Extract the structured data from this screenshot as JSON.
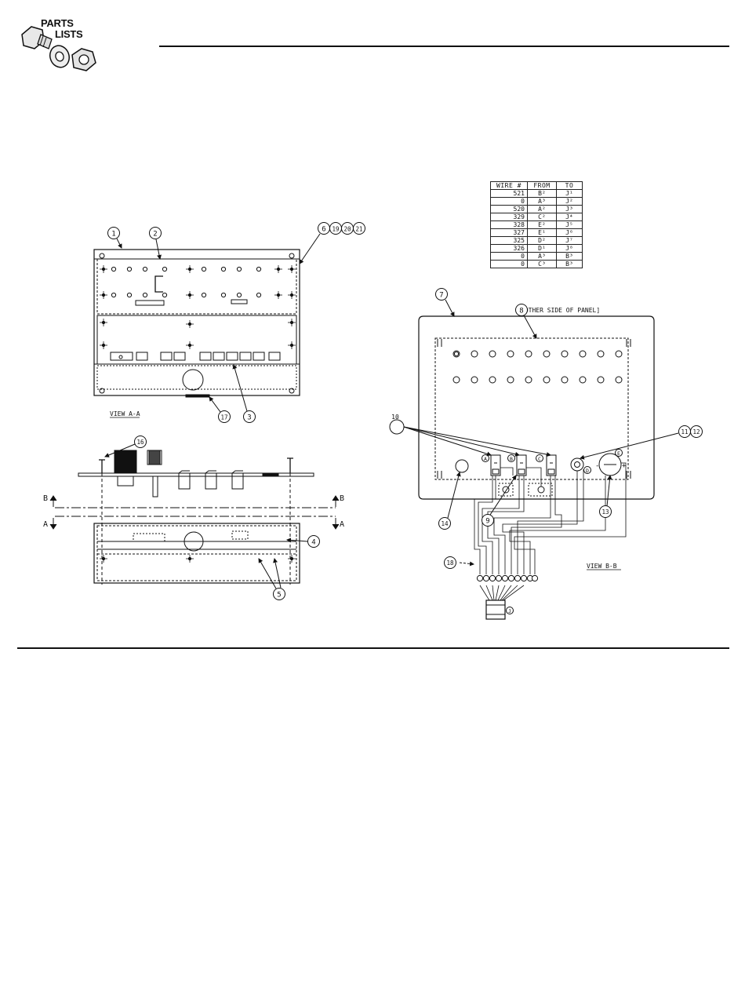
{
  "header": {
    "logo_line1": "PARTS",
    "logo_line2": "LISTS"
  },
  "wire_table": {
    "headers": [
      "WIRE #",
      "FROM",
      "TO"
    ],
    "rows": [
      [
        "521",
        "B²",
        "J¹"
      ],
      [
        "0",
        "A³",
        "J²"
      ],
      [
        "520",
        "A²",
        "J³"
      ],
      [
        "329",
        "C²",
        "J⁴"
      ],
      [
        "328",
        "E²",
        "J⁵"
      ],
      [
        "327",
        "E¹",
        "J⁶"
      ],
      [
        "325",
        "D²",
        "J⁷"
      ],
      [
        "326",
        "D¹",
        "J⁸"
      ],
      [
        "0",
        "A³",
        "B³"
      ],
      [
        "0",
        "C³",
        "B³"
      ]
    ]
  },
  "views": {
    "view_aa": "VIEW A-A",
    "view_bb": "VIEW B-B",
    "other_side_note": "[OTHER SIDE OF PANEL]",
    "section_b": "B",
    "section_a": "A"
  },
  "callouts": {
    "c1": "1",
    "c2": "2",
    "c3": "3",
    "c4": "4",
    "c5": "5",
    "c6": "6",
    "c7": "7",
    "c8": "8",
    "c9": "9",
    "c10": "10",
    "c11": "11",
    "c12": "12",
    "c13": "13",
    "c14": "14",
    "c16": "16",
    "c17": "17",
    "c18": "18",
    "c19": "19",
    "c20": "20",
    "c21": "21"
  },
  "terminal_labels": {
    "a": "A",
    "b": "B",
    "c": "C",
    "d": "D",
    "e": "E",
    "j": "J",
    "plus": "+",
    "minus": "-"
  }
}
